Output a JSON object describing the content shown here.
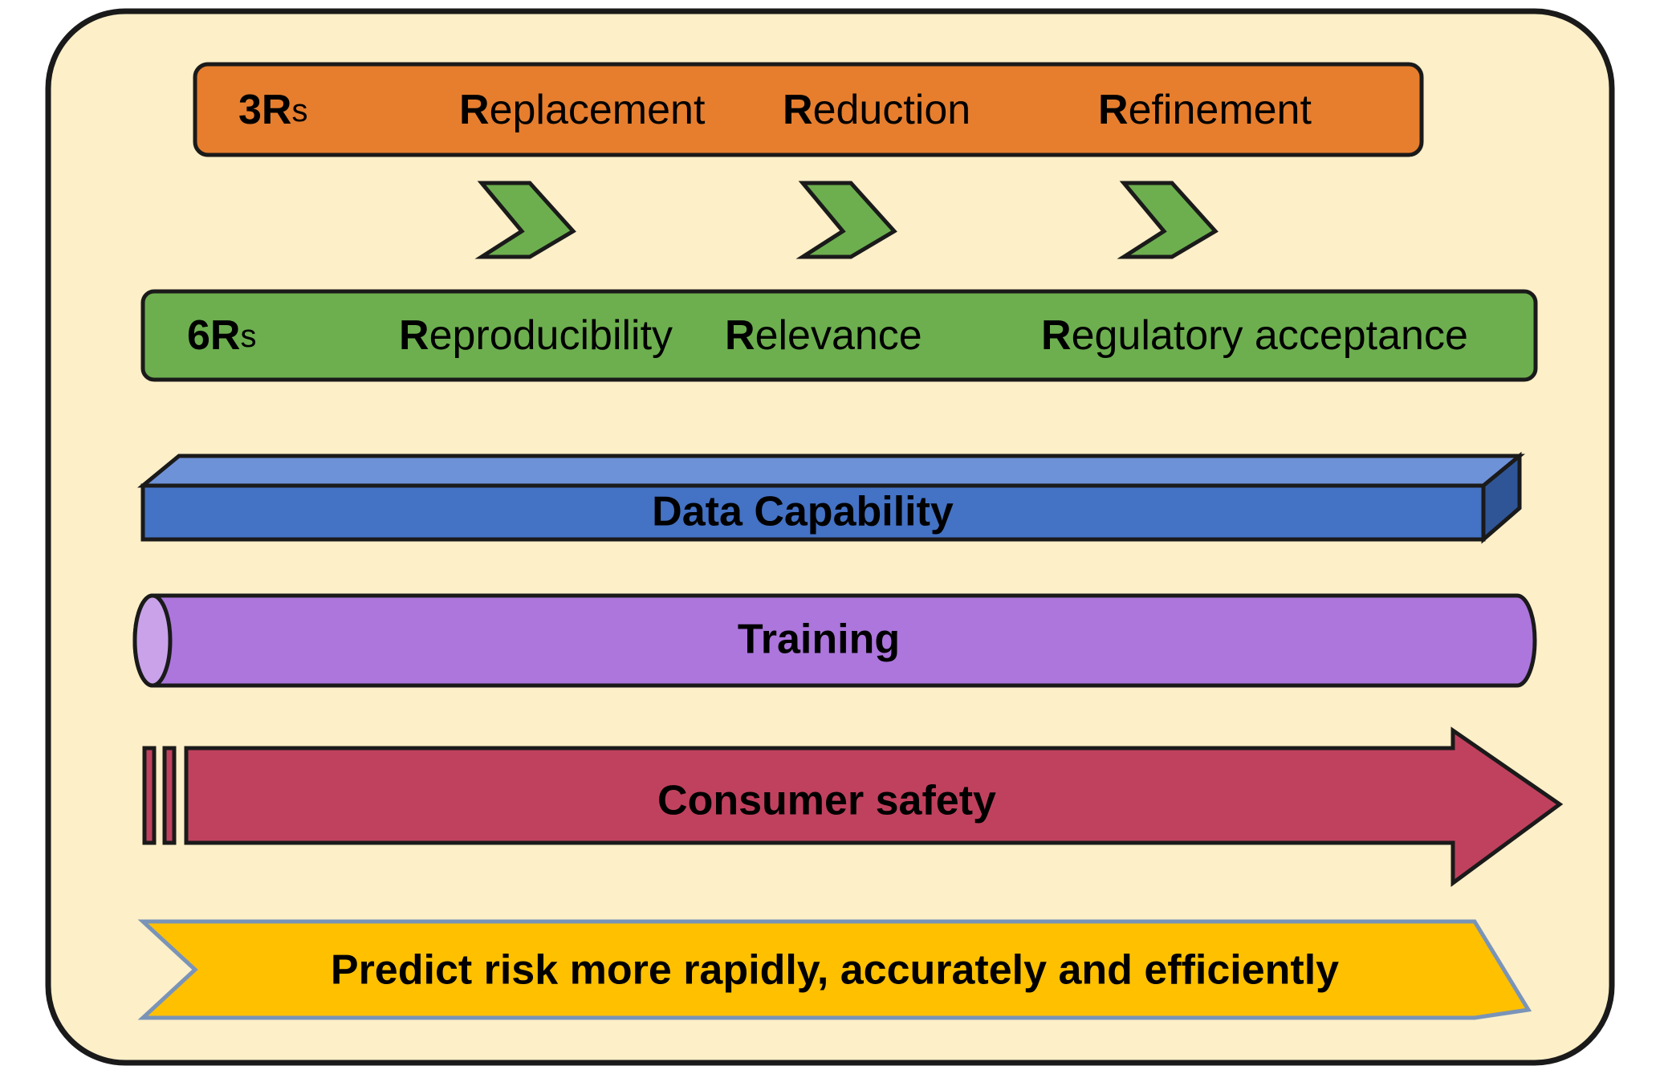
{
  "diagram": {
    "title_semantic": "3Rs to 6Rs risk-prediction framework",
    "background_color": "#FDEFC8",
    "border_color": "#1A1A1A"
  },
  "rows": {
    "three_rs": {
      "name": "3Rs",
      "color": "#E67E2E",
      "prefix_bold": "3R",
      "prefix_tail": "s",
      "items": [
        {
          "bold": "R",
          "rest": "eplacement"
        },
        {
          "bold": "R",
          "rest": "eduction"
        },
        {
          "bold": "R",
          "rest": "efinement"
        }
      ]
    },
    "chevrons": {
      "name": "progression-chevrons",
      "color": "#6DAF4F",
      "count": 3
    },
    "six_rs": {
      "name": "6Rs",
      "color": "#6DAF4F",
      "prefix_bold": "6R",
      "prefix_tail": "s",
      "items": [
        {
          "bold": "R",
          "rest": "eproducibility"
        },
        {
          "bold": "R",
          "rest": "elevance"
        },
        {
          "bold": "R",
          "rest": "egulatory acceptance"
        }
      ]
    },
    "data_capability": {
      "label": "Data Capability",
      "color": "#4472C4",
      "color_top": "#6E92D8",
      "color_side": "#2F5597",
      "shape": "3d-box"
    },
    "training": {
      "label": "Training",
      "color": "#AC76DC",
      "color_cap": "#C9A2EA",
      "shape": "cylinder"
    },
    "consumer_safety": {
      "label": "Consumer safety",
      "color": "#C0415E",
      "shape": "striped-right-arrow"
    },
    "outcome": {
      "label": "Predict risk more rapidly, accurately and efficiently",
      "color": "#FFC000",
      "border_color": "#7A94B8",
      "shape": "chevron-banner"
    }
  }
}
